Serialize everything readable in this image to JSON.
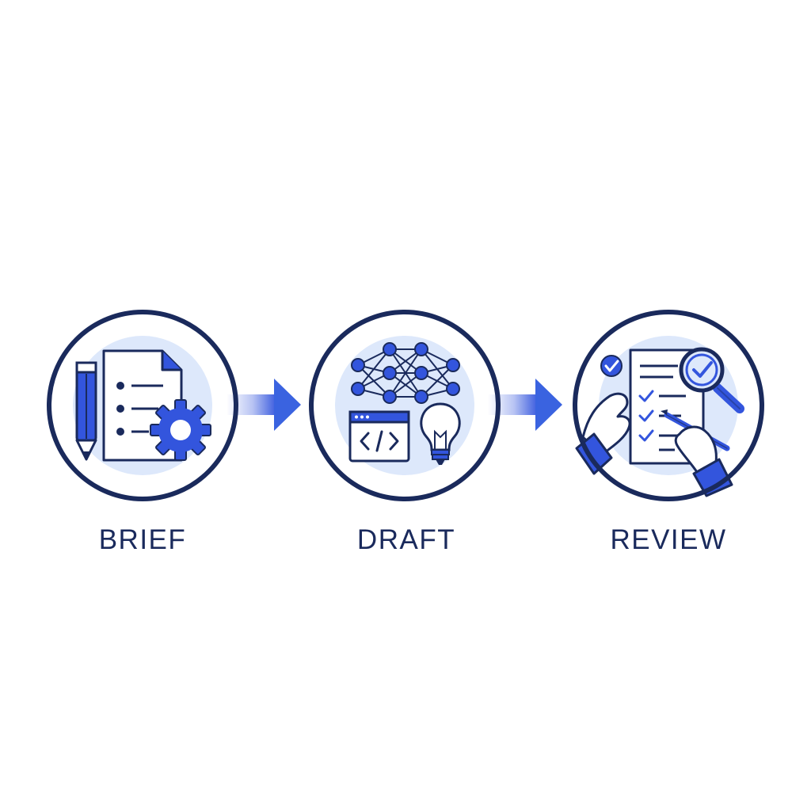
{
  "steps": [
    {
      "label": "BRIEF",
      "icon": "document-pencil-gear-icon"
    },
    {
      "label": "DRAFT",
      "icon": "neural-network-code-lightbulb-icon"
    },
    {
      "label": "REVIEW",
      "icon": "checklist-magnifier-hands-icon"
    }
  ],
  "connectors": [
    "arrow-right-icon",
    "arrow-right-icon"
  ],
  "colors": {
    "navy": "#1a2a5c",
    "blue": "#3355dd",
    "light_blue": "#dde8fb"
  }
}
